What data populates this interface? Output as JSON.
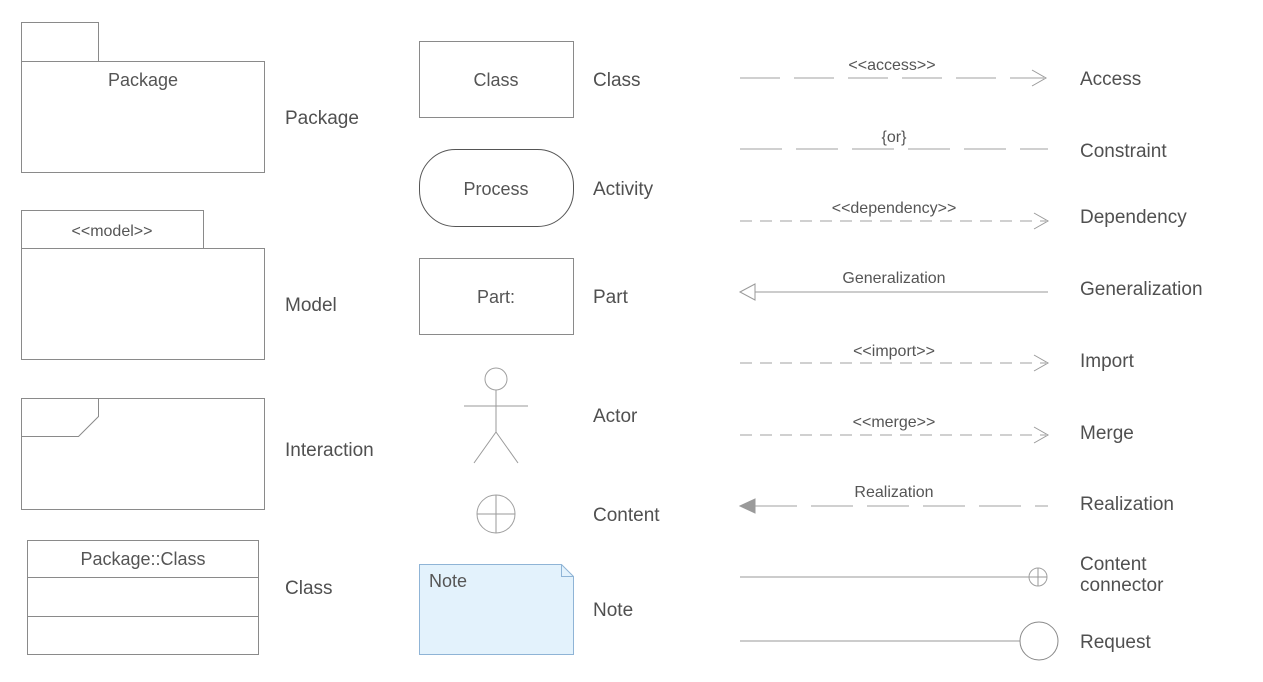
{
  "colors": {
    "stroke": "#8a8a8a",
    "text": "#555555",
    "note_fill": "#e3f2fc",
    "note_stroke": "#8fb4d6"
  },
  "column1": {
    "package": {
      "shape_text": "Package",
      "label": "Package"
    },
    "model": {
      "shape_text": "<<model>>",
      "label": "Model"
    },
    "interaction": {
      "label": "Interaction"
    },
    "class": {
      "shape_text": "Package::Class",
      "label": "Class"
    }
  },
  "column2": {
    "class": {
      "shape_text": "Class",
      "label": "Class"
    },
    "activity": {
      "shape_text": "Process",
      "label": "Activity"
    },
    "part": {
      "shape_text": "Part:",
      "label": "Part"
    },
    "actor": {
      "label": "Actor",
      "icon": "actor-stick-figure"
    },
    "content": {
      "label": "Content",
      "icon": "circle-plus"
    },
    "note": {
      "shape_text": "Note",
      "label": "Note"
    }
  },
  "column3": {
    "access": {
      "line_text": "<<access>>",
      "label": "Access"
    },
    "constraint": {
      "line_text": "{or}",
      "label": "Constraint"
    },
    "dependency": {
      "line_text": "<<dependency>>",
      "label": "Dependency"
    },
    "generalization": {
      "line_text": "Generalization",
      "label": "Generalization"
    },
    "import": {
      "line_text": "<<import>>",
      "label": "Import"
    },
    "merge": {
      "line_text": "<<merge>>",
      "label": "Merge"
    },
    "realization": {
      "line_text": "Realization",
      "label": "Realization"
    },
    "content_connector": {
      "label_line1": "Content",
      "label_line2": "connector"
    },
    "request": {
      "label": "Request"
    }
  }
}
